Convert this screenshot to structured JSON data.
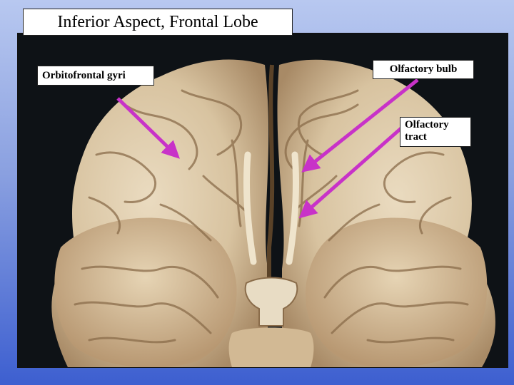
{
  "slide": {
    "title": "Inferior Aspect, Frontal Lobe",
    "background_colors": [
      "#b8c8f0",
      "#3d5fd0"
    ]
  },
  "labels": {
    "orbitofrontal": "Orbitofrontal gyri",
    "olfactory_bulb": "Olfactory bulb",
    "olfactory_tract_line1": "Olfactory",
    "olfactory_tract_line2": "tract"
  },
  "colors": {
    "arrow": "#c832c8",
    "brain_tissue": "#dcc8a6",
    "brain_shadow": "#9c7f5c"
  }
}
